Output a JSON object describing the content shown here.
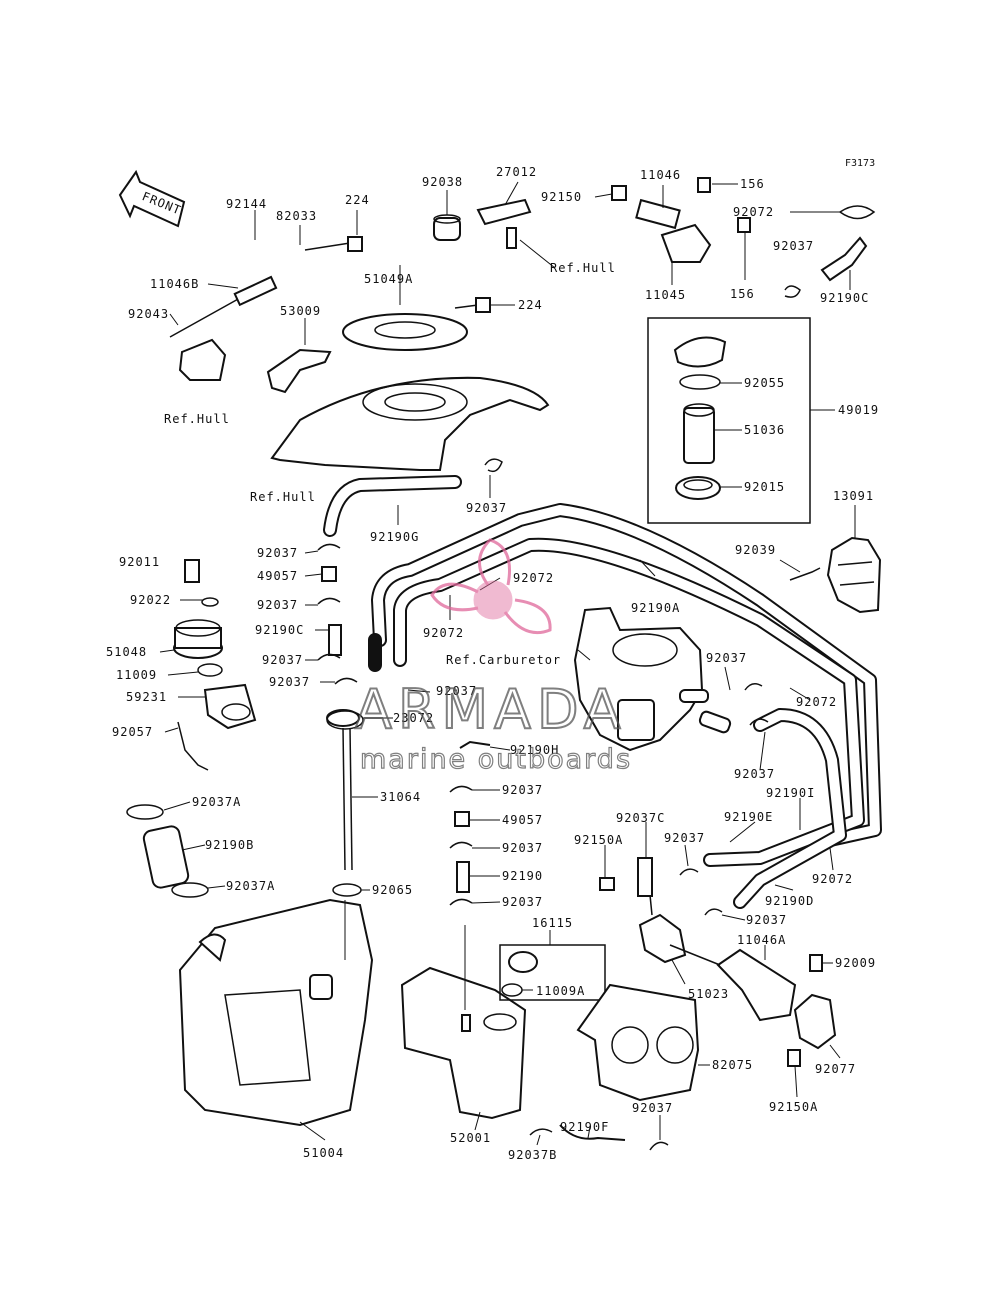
{
  "figure_code": "F3173",
  "direction_label": "FRONT",
  "labels": {
    "p92144": "92144",
    "p82033": "82033",
    "p224a": "224",
    "p92038": "92038",
    "p27012": "27012",
    "p92150": "92150",
    "p11046": "11046",
    "p156a": "156",
    "p92072a": "92072",
    "p11046b": "11046B",
    "p51049a": "51049A",
    "p92037a": "92037",
    "p92043": "92043",
    "p53009": "53009",
    "p224b": "224",
    "refhull1": "Ref.Hull",
    "refhull2": "Ref.Hull",
    "refhull3": "Ref.Hull",
    "p11045": "11045",
    "p156b": "156",
    "p92190c": "92190C",
    "p92055": "92055",
    "p51036": "51036",
    "p49019": "49019",
    "p92015": "92015",
    "p92037b": "92037",
    "p92190g": "92190G",
    "p13091": "13091",
    "p92037c": "92037",
    "p92011": "92011",
    "p49057a": "49057",
    "p92072b": "92072",
    "p92039": "92039",
    "p92022": "92022",
    "p92037d": "92037",
    "p92190a": "92190A",
    "p92190c2": "92190C",
    "p92072c": "92072",
    "p51048": "51048",
    "refcarb": "Ref.Carburetor",
    "p92037e": "92037",
    "p11009": "11009",
    "p92037f": "92037",
    "p92037g": "92037",
    "p59231": "59231",
    "p92037h": "92037",
    "p92072d": "92072",
    "p23072": "23072",
    "p92057": "92057",
    "p92190h": "92190H",
    "p92037i": "92037",
    "p31064": "31064",
    "p92037j": "92037",
    "p92037a2": "92037A",
    "p49057b": "49057",
    "p92037c2": "92037C",
    "p92190i": "92190I",
    "p92190b": "92190B",
    "p92150a2": "92150A",
    "p92037k": "92037",
    "p92190e": "92190E",
    "p92037l": "92037",
    "p92037a3": "92037A",
    "p92190": "92190",
    "p92072e": "92072",
    "p92065": "92065",
    "p92190d": "92190D",
    "p92037m": "92037",
    "p92037n": "92037",
    "p16115": "16115",
    "p11046a": "11046A",
    "p92009": "92009",
    "p11009a": "11009A",
    "p51023": "51023",
    "p82075": "82075",
    "p92077": "92077",
    "p92190f": "92190F",
    "p92037o": "92037",
    "p92150a": "92150A",
    "p51004": "51004",
    "p52001": "52001",
    "p92037b2": "92037B"
  },
  "refhull_parts": {},
  "watermark": {
    "name": "ARMADA",
    "tagline": "marine outboards",
    "accent": "#e0679a"
  }
}
